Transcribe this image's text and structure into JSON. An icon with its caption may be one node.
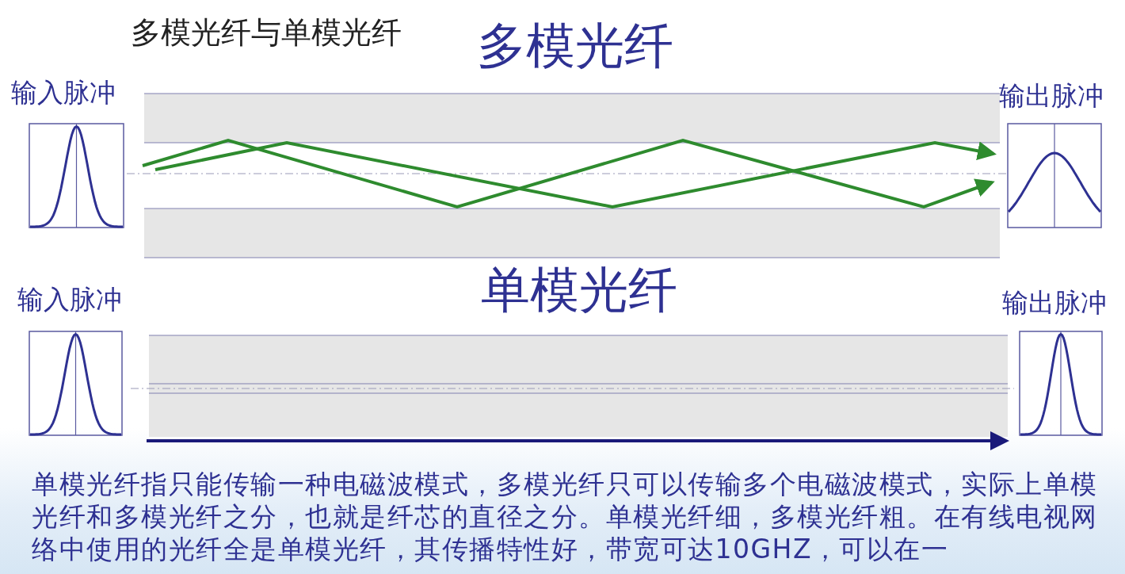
{
  "diagram": {
    "title": "多模光纤与单模光纤",
    "nodes": [
      {
        "text": [
          "输入脉冲"
        ]
      },
      {
        "text": [
          "输出脉冲"
        ]
      },
      {
        "text": [
          "输入脉冲"
        ]
      },
      {
        "text": [
          "输出脉冲"
        ]
      }
    ],
    "labels": [
      "多模光纤",
      "单模光纤",
      "单模光纤指只能传输一种电磁波模式，多模光纤只可以传输多个电磁波模式，实际上单模光纤和多模光纤之分，也就是纤芯的直径之分。单模光纤细，多模光纤粗。在有线电视网络中使用的光纤全是单模光纤，其传播特性好，带宽可达10GHZ，可以在一"
    ]
  }
}
